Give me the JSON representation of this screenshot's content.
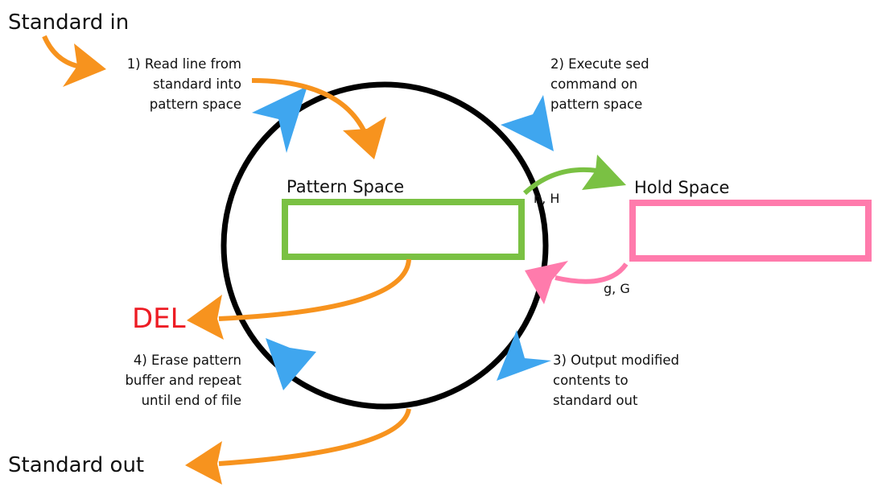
{
  "labels": {
    "standard_in": "Standard in",
    "standard_out": "Standard out",
    "pattern_space": "Pattern Space",
    "hold_space": "Hold Space",
    "del": "DEL",
    "copy_to_hold": "h, H",
    "get_from_hold": "g, G"
  },
  "steps": {
    "step1": [
      "1) Read line from",
      "standard into",
      "pattern space"
    ],
    "step2": [
      "2) Execute sed",
      "command on",
      "pattern space"
    ],
    "step3": [
      "3) Output modified",
      "contents to",
      "standard out"
    ],
    "step4": [
      "4) Erase pattern",
      "buffer and repeat",
      "until end of file"
    ]
  },
  "colors": {
    "cycle_ring": "#000000",
    "cycle_arrows": "#3fa6ef",
    "input_output_arrows": "#f7931e",
    "pattern_space_box": "#7ac143",
    "hold_space_box": "#ff7bac",
    "del_text": "#ed1c24"
  },
  "icons": {
    "cycle_arrow": "arrowhead-icon",
    "flow_arrow": "curved-arrow-icon"
  }
}
